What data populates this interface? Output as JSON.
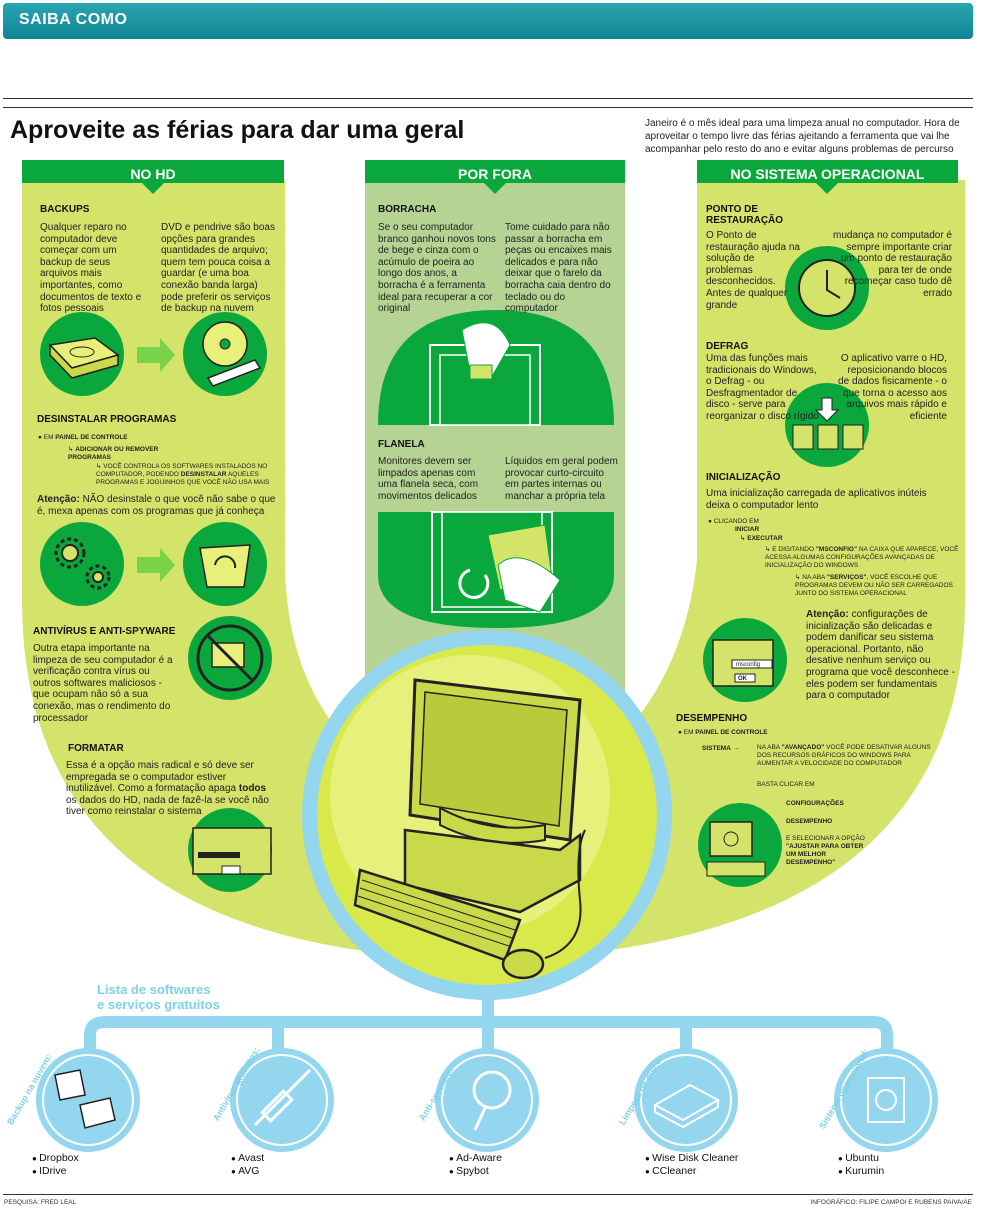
{
  "header": {
    "brand": "SAIBA COMO"
  },
  "title": "Aproveite as férias para dar uma geral",
  "intro": "Janeiro é o mês ideal para uma limpeza anual no computador. Hora de aproveitar o tempo livre das férias ajeitando a ferramenta que vai lhe acompanhar pelo resto do ano e evitar alguns problemas de percurso",
  "columns": {
    "hd": "NO HD",
    "fora": "POR FORA",
    "so": "NO SISTEMA OPERACIONAL"
  },
  "hd": {
    "backups_title": "BACKUPS",
    "backups_left": "Qualquer reparo no computador deve começar com um backup de seus arquivos mais importantes, como documentos de texto e fotos pessoais",
    "backups_right": "DVD e pendrive são boas opções para grandes quantidades de arquivo; quem tem pouca coisa a guardar (e uma boa conexão banda larga) pode preferir os serviços de backup na nuvem",
    "desinstalar_title": "DESINSTALAR PROGRAMAS",
    "desinstalar_step1_pre": "EM ",
    "desinstalar_step1": "PAINEL DE CONTROLE",
    "desinstalar_step2": "ADICIONAR OU REMOVER PROGRAMAS",
    "desinstalar_step3_a": "VOCÊ CONTROLA OS SOFTWARES INSTALADOS NO COMPUTADOR, PODENDO ",
    "desinstalar_step3_b": "DESINSTALAR",
    "desinstalar_step3_c": " AQUELES PROGRAMAS E JOGUINHOS QUE VOCÊ NÃO USA MAIS",
    "atencao_label": "Atenção:",
    "atencao_text": " NÃO desinstale o que você não sabe o que é, mexa apenas com os programas que já conheça",
    "antivirus_title": "ANTIVÍRUS E ANTI-SPYWARE",
    "antivirus_text": "Outra etapa importante na limpeza de seu computador é a verificação contra vírus ou outros softwares maliciosos - que ocupam não só a sua conexão, mas o rendimento do processador",
    "formatar_title": "FORMATAR",
    "formatar_text_a": "Essa é a opção mais radical e só deve ser empregada se o computador estiver inutilizável. Como a formatação apaga ",
    "formatar_text_b": "todos",
    "formatar_text_c": " os dados do HD, nada de fazê-la se você não tiver como reinstalar o sistema"
  },
  "fora": {
    "borracha_title": "BORRACHA",
    "borracha_left": "Se o seu computador branco ganhou novos tons de bege e cinza com o acúmulo de poeira ao longo dos anos, a borracha é a ferramenta ideal para recuperar a cor original",
    "borracha_right": "Tome cuidado para não passar a borracha em peças ou encaixes mais delicados e para não deixar que o farelo da borracha caia dentro do teclado ou do computador",
    "flanela_title": "FLANELA",
    "flanela_left": "Monitores devem ser limpados apenas com uma flanela seca, com movimentos delicados",
    "flanela_right": "Líquidos em geral podem provocar curto-circuito em partes internas ou manchar a própria tela"
  },
  "so": {
    "ponto_title": "PONTO DE RESTAURAÇÃO",
    "ponto_left": "O Ponto de restauração ajuda na solução de problemas desconhecidos. Antes de qualquer grande",
    "ponto_right": "mudança no computador é sempre importante criar um ponto de restauração para ter de onde recomeçar caso tudo dê errado",
    "defrag_title": "DEFRAG",
    "defrag_left": "Uma das funções mais tradicionais do Windows, o Defrag - ou Desfragmentador de disco - serve para reorganizar o disco rígido",
    "defrag_right": "O aplicativo varre o HD, reposicionando blocos de dados fisicamente - o que torna o acesso aos arquivos mais rápido e eficiente",
    "inic_title": "INICIALIZAÇÃO",
    "inic_text": "Uma inicialização carregada de aplicativos inúteis deixa o computador lento",
    "inic_s1": "CLICANDO EM",
    "inic_s2": "INICIAR",
    "inic_s3": "EXECUTAR",
    "inic_s4_a": "E DIGITANDO ",
    "inic_s4_b": "\"MSCONFIG\"",
    "inic_s4_c": " NA CAIXA QUE APARECE, VOCÊ ACESSA ALGUMAS CONFIGURAÇÕES AVANÇADAS DE INICIALIZAÇÃO DO WINDOWS",
    "inic_s5_a": "NA ABA ",
    "inic_s5_b": "\"SERVIÇOS\"",
    "inic_s5_c": ", VOCÊ ESCOLHE QUE PROGRAMAS DEVEM OU NÃO SER CARREGADOS JUNTO DO SISTEMA OPERACIONAL",
    "atencao_label": "Atenção:",
    "atencao_text": " configurações de inicialização são delicadas e podem danificar seu sistema operacional. Portanto, não desative nenhum serviço ou programa que você desconhece - eles podem ser fundamentais para o computador",
    "msconfig_field": "msconfig",
    "ok_label": "OK",
    "desemp_title": "DESEMPENHO",
    "desemp_s1_pre": "EM ",
    "desemp_s1": "PAINEL DE CONTROLE",
    "desemp_s2": "SISTEMA",
    "desemp_s3_a": "NA ABA ",
    "desemp_s3_b": "\"AVANÇADO\"",
    "desemp_s3_c": " VOCÊ PODE DESATIVAR ALGUNS DOS RECURSOS GRÁFICOS DO WINDOWS PARA AUMENTAR A VELOCIDADE DO COMPUTADOR",
    "desemp_s4": "BASTA CLICAR EM",
    "desemp_s5": "CONFIGURAÇÕES",
    "desemp_s6": "DESEMPENHO",
    "desemp_s7_a": "E SELECIONAR A OPÇÃO ",
    "desemp_s7_b": "\"AJUSTAR PARA OBTER UM MELHOR DESEMPENHO\""
  },
  "free": {
    "title_line1": "Lista de softwares",
    "title_line2": "e serviços gratuitos",
    "categories": [
      {
        "label": "Backup na nuvem:",
        "items": [
          "Dropbox",
          "IDrive"
        ]
      },
      {
        "label": "Antivírus gratuitos:",
        "items": [
          "Avast",
          "AVG"
        ]
      },
      {
        "label": "Anti-spyware:",
        "items": [
          "Ad-Aware",
          "Spybot"
        ]
      },
      {
        "label": "Limpeza de disco:",
        "items": [
          "Wise Disk Cleaner",
          "CCleaner"
        ]
      },
      {
        "label": "Sistema operacional:",
        "items": [
          "Ubuntu",
          "Kurumin"
        ]
      }
    ]
  },
  "footer": {
    "left": "PESQUISA: FRED LEAL",
    "right": "INFOGRÁFICO: FILIPE CAMPOI E RUBENS PAIVA/AE"
  },
  "colors": {
    "teal": "#1a96a4",
    "green": "#0aa83c",
    "yellow_green": "#d4e36a",
    "sage": "#b5d393",
    "light_blue": "#93d6ee"
  }
}
